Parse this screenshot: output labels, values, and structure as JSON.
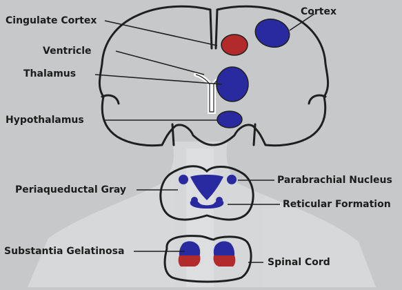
{
  "labels": {
    "cingulate_cortex": "Cingulate Cortex",
    "cortex": "Cortex",
    "ventricle": "Ventricle",
    "thalamus": "Thalamus",
    "hypothalamus": "Hypothalamus",
    "periaqueductal_gray": "Periaqueductal Gray",
    "parabrachial_nucleus": "Parabrachial Nucleus",
    "reticular_formation": "Reticular Formation",
    "substantia_gelatinosa": "Substantia Gelatinosa",
    "spinal_cord": "Spinal Cord"
  },
  "colors": {
    "background": "#c6c8c9",
    "outline": "#1f1f1f",
    "blue_region": "#2a2aa0",
    "red_region": "#b22a2a",
    "body_silhouette": "#e3e5e6"
  }
}
